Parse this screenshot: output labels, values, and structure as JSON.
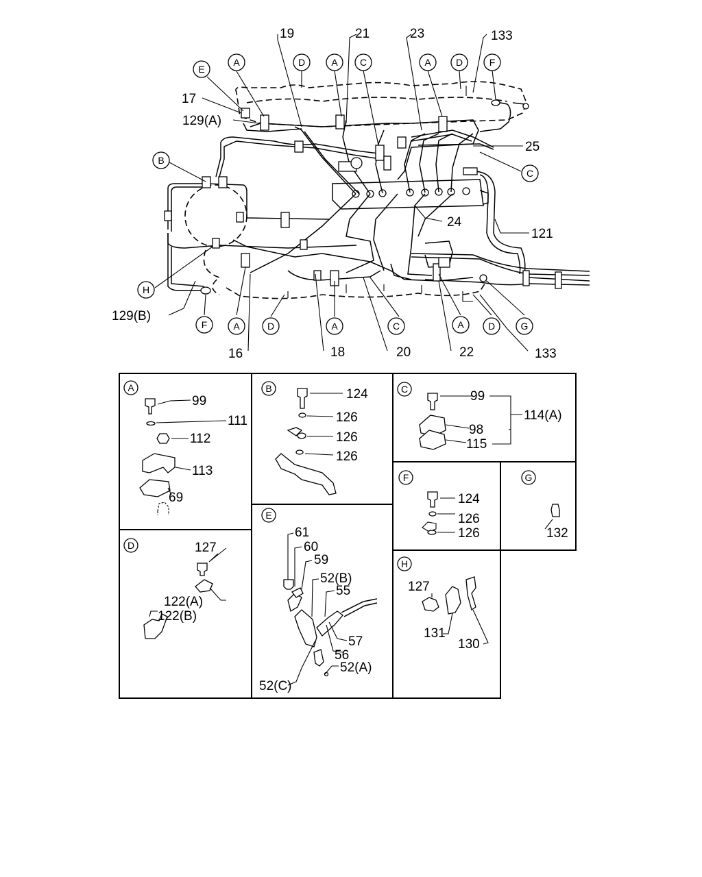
{
  "main": {
    "labels": {
      "l19": "19",
      "l21": "21",
      "l23": "23",
      "l133a": "133",
      "l17": "17",
      "l129a": "129(A)",
      "l25": "25",
      "l24": "24",
      "l121": "121",
      "l129b": "129(B)",
      "l16": "16",
      "l18": "18",
      "l20": "20",
      "l22": "22",
      "l133b": "133"
    },
    "circles": [
      "A",
      "B",
      "C",
      "D",
      "E",
      "F",
      "G",
      "H"
    ]
  },
  "panels": {
    "A": {
      "letter": "A",
      "parts": {
        "p99": "99",
        "p111": "111",
        "p112": "112",
        "p113": "113",
        "p69": "69"
      }
    },
    "B": {
      "letter": "B",
      "parts": {
        "p124": "124",
        "p126a": "126",
        "p126b": "126",
        "p126c": "126"
      }
    },
    "C": {
      "letter": "C",
      "parts": {
        "p99": "99",
        "p98": "98",
        "p115": "115",
        "p114a": "114(A)"
      }
    },
    "D": {
      "letter": "D",
      "parts": {
        "p127": "127",
        "p122a": "122(A)",
        "p122b": "122(B)"
      }
    },
    "E": {
      "letter": "E",
      "parts": {
        "p61": "61",
        "p60": "60",
        "p59": "59",
        "p52b": "52(B)",
        "p55": "55",
        "p57": "57",
        "p56": "56",
        "p52a": "52(A)",
        "p52c": "52(C)"
      }
    },
    "F": {
      "letter": "F",
      "parts": {
        "p124": "124",
        "p126a": "126",
        "p126b": "126"
      }
    },
    "G": {
      "letter": "G",
      "parts": {
        "p132": "132"
      }
    },
    "H": {
      "letter": "H",
      "parts": {
        "p127": "127",
        "p131": "131",
        "p130": "130"
      }
    }
  }
}
